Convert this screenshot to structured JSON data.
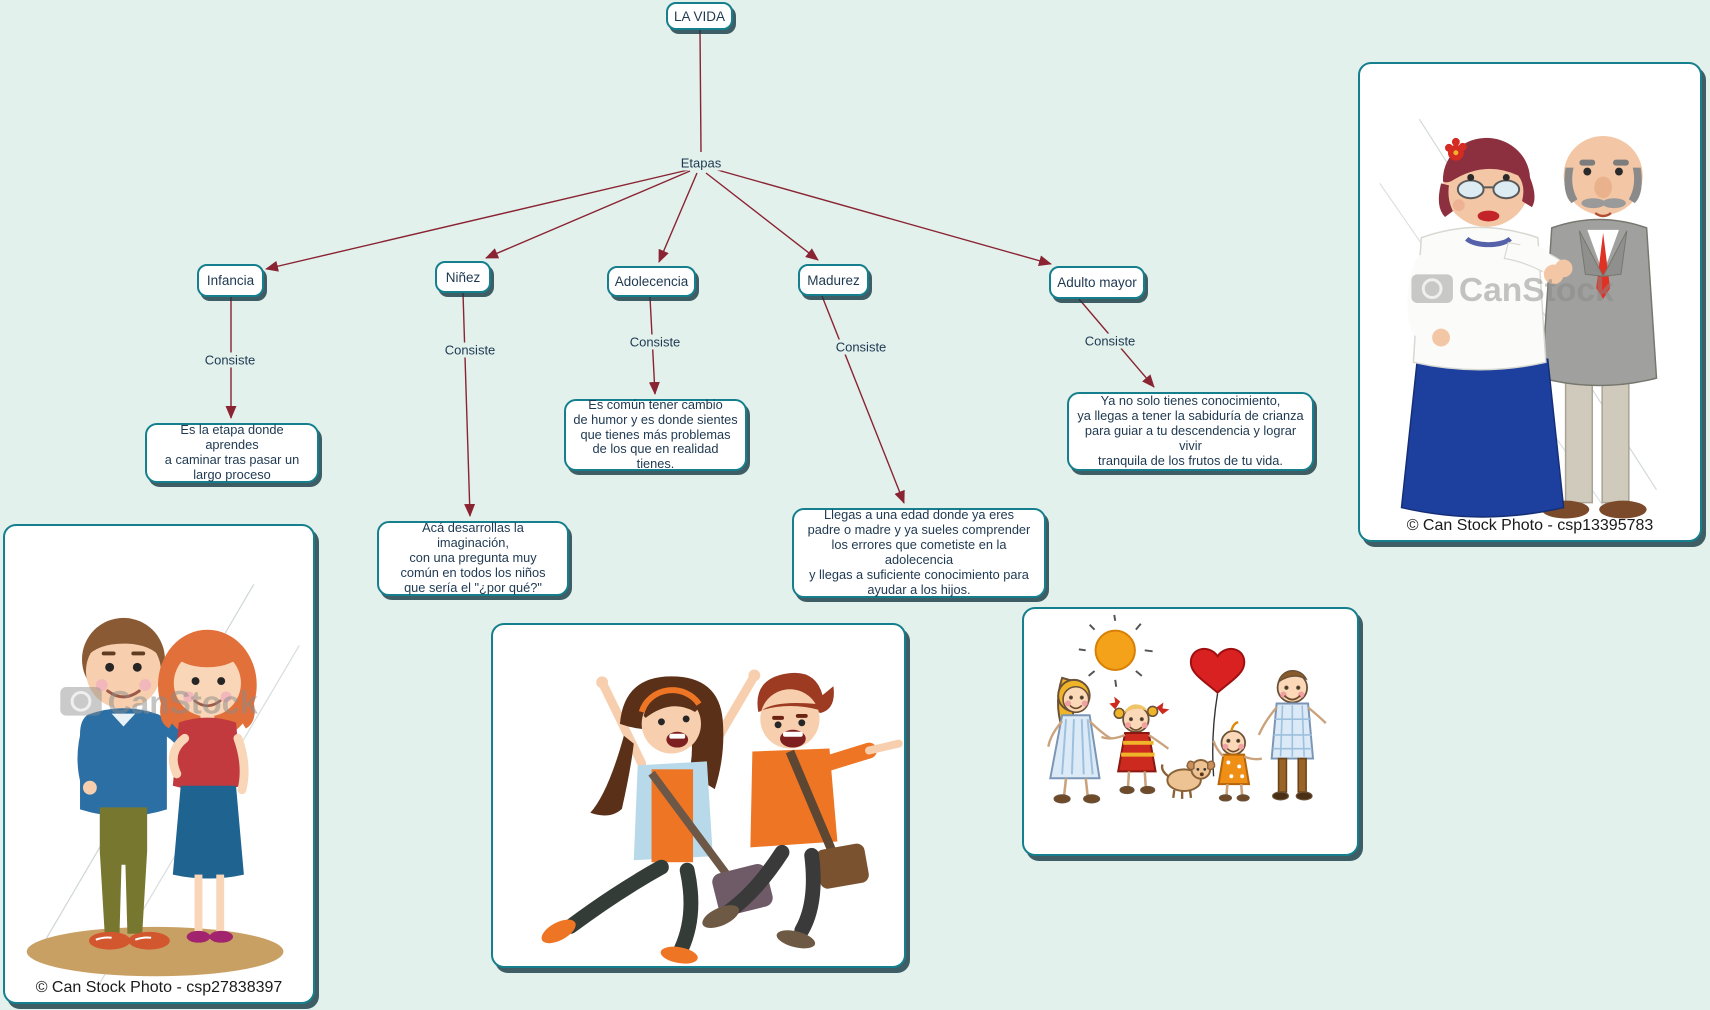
{
  "title": "LA VIDA",
  "root_label": "LA VIDA",
  "etapas_label": "Etapas",
  "consiste_label": "Consiste",
  "stages": [
    {
      "label": "Infancia",
      "description": "Es la etapa donde aprendes\na caminar tras pasar un\nlargo proceso"
    },
    {
      "label": "Niñez",
      "description": "Acá desarrollas la imaginación,\ncon una pregunta muy\ncomún en todos los niños\nque sería el \"¿por qué?\""
    },
    {
      "label": "Adolecencia",
      "description": "Es común tener cambio\nde humor y es donde sientes\nque tienes más problemas\nde los que en realidad tienes."
    },
    {
      "label": "Madurez",
      "description": "Llegas a una edad donde ya eres\npadre o madre y ya sueles comprender\nlos errores que cometiste en la adolecencia\ny llegas a suficiente conocimiento para\nayudar a los hijos."
    },
    {
      "label": "Adulto mayor",
      "description": "Ya no solo tienes conocimiento,\nya llegas a tener la sabiduría de crianza\npara guiar a tu descendencia y lograr vivir\ntranquila de los frutos de tu vida."
    }
  ],
  "images": {
    "couple": {
      "caption": "© Can Stock Photo - csp27838397",
      "watermark": "CanStock"
    },
    "teens": {},
    "family": {},
    "elderly": {
      "caption": "© Can Stock Photo - csp13395783",
      "watermark": "CanStock"
    }
  },
  "colors": {
    "background": "#e2f1ec",
    "node_border": "#157f8d",
    "node_text": "#1e3850",
    "arrow": "#8a2332"
  }
}
